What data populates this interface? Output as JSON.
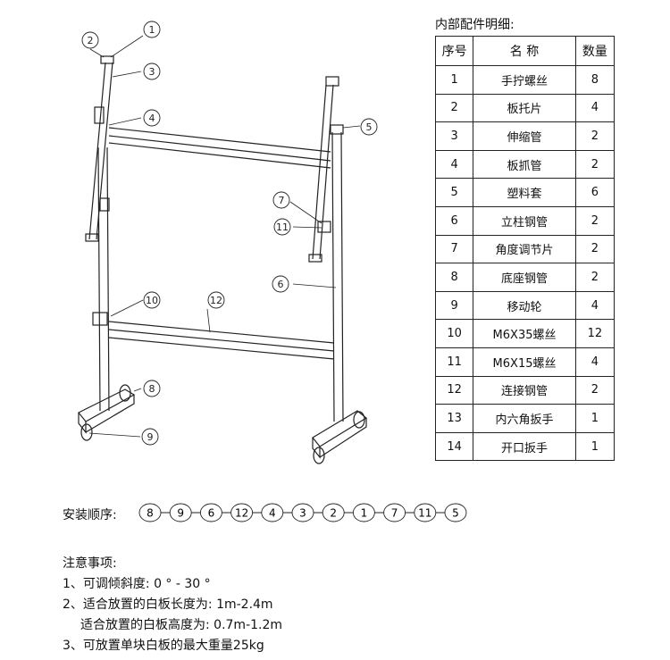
{
  "parts": {
    "title": "内部配件明细:",
    "headers": [
      "序号",
      "名 称",
      "数量"
    ],
    "rows": [
      {
        "no": "1",
        "name": "手拧螺丝",
        "qty": "8"
      },
      {
        "no": "2",
        "name": "板托片",
        "qty": "4"
      },
      {
        "no": "3",
        "name": "伸缩管",
        "qty": "2"
      },
      {
        "no": "4",
        "name": "板抓管",
        "qty": "2"
      },
      {
        "no": "5",
        "name": "塑料套",
        "qty": "6"
      },
      {
        "no": "6",
        "name": "立柱钢管",
        "qty": "2"
      },
      {
        "no": "7",
        "name": "角度调节片",
        "qty": "2"
      },
      {
        "no": "8",
        "name": "底座钢管",
        "qty": "2"
      },
      {
        "no": "9",
        "name": "移动轮",
        "qty": "4"
      },
      {
        "no": "10",
        "name": "M6X35螺丝",
        "qty": "12"
      },
      {
        "no": "11",
        "name": "M6X15螺丝",
        "qty": "4"
      },
      {
        "no": "12",
        "name": "连接钢管",
        "qty": "2"
      },
      {
        "no": "13",
        "name": "内六角扳手",
        "qty": "1"
      },
      {
        "no": "14",
        "name": "开口扳手",
        "qty": "1"
      }
    ]
  },
  "diagram": {
    "callouts": [
      "1",
      "2",
      "3",
      "4",
      "5",
      "7",
      "11",
      "6",
      "10",
      "12",
      "8",
      "9"
    ]
  },
  "sequence": {
    "label": "安装顺序:",
    "steps": [
      "8",
      "9",
      "6",
      "12",
      "4",
      "3",
      "2",
      "1",
      "7",
      "11",
      "5"
    ]
  },
  "notes": {
    "title": "注意事项:",
    "item1": "1、可调倾斜度: 0 ° - 30 °",
    "item2": "2、适合放置的白板长度为: 1m-2.4m",
    "item2b": "适合放置的白板高度为: 0.7m-1.2m",
    "item3": "3、可放置单块白板的最大重量25kg"
  }
}
